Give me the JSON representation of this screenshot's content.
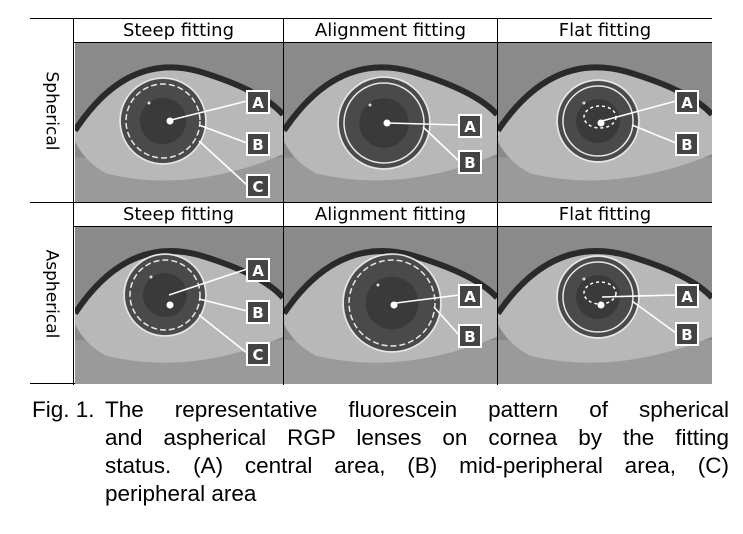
{
  "rows": [
    {
      "label": "Spherical",
      "panels": [
        {
          "header": "Steep fitting",
          "callouts": [
            "A",
            "B",
            "C"
          ]
        },
        {
          "header": "Alignment fitting",
          "callouts": [
            "A",
            "B"
          ]
        },
        {
          "header": "Flat fitting",
          "callouts": [
            "A",
            "B"
          ]
        }
      ]
    },
    {
      "label": "Aspherical",
      "panels": [
        {
          "header": "Steep fitting",
          "callouts": [
            "A",
            "B",
            "C"
          ]
        },
        {
          "header": "Alignment fitting",
          "callouts": [
            "A",
            "B"
          ]
        },
        {
          "header": "Flat fitting",
          "callouts": [
            "A",
            "B"
          ]
        }
      ]
    }
  ],
  "caption": {
    "number": "Fig. 1.",
    "lines": [
      "The representative fluorescein pattern of spherical",
      "and aspherical RGP lenses on cornea by the fitting",
      "status. (A) central area, (B) mid-peripheral area, (C)",
      "peripheral area"
    ]
  },
  "colors": {
    "skin": "#8a8a8a",
    "iris": "#4a4a4a",
    "ring": "#e8e8e8",
    "label_box": "#444444"
  }
}
